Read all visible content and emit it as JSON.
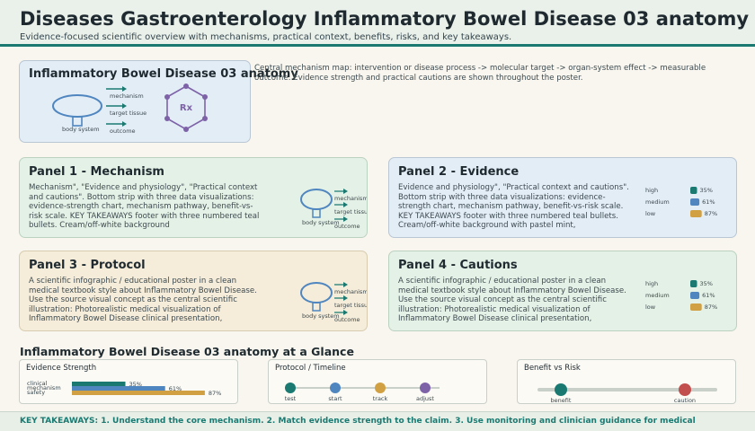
{
  "header": {
    "title": "Diseases Gastroenterology Inflammatory Bowel Disease 03 anatomy",
    "subtitle": "Evidence-focused scientific overview with mechanisms, practical context, benefits, risks, and key takeaways."
  },
  "intro": {
    "title": "Inflammatory Bowel Disease 03 anatomy",
    "description": "Central mechanism map: intervention or disease process -> molecular target -> organ-system effect -> measurable outcome. Evidence strength and practical cautions are shown throughout the poster.",
    "diagram": {
      "labels": [
        "mechanism",
        "target tissue",
        "outcome",
        "body system"
      ],
      "rx": "Rx"
    }
  },
  "panels": [
    {
      "title": "Panel 1 - Mechanism",
      "body": "Mechanism\", \"Evidence and physiology\", \"Practical context and cautions\". Bottom strip with three data visualizations: evidence-strength chart, mechanism pathway, benefit-vs-risk scale. KEY TAKEAWAYS footer with three numbered teal bullets. Cream/off-white background",
      "visual": {
        "kind": "mechanism",
        "labels": [
          "mechanism",
          "target tissue",
          "outcome",
          "body system"
        ]
      }
    },
    {
      "title": "Panel 2 - Evidence",
      "body": "Evidence and physiology\", \"Practical context and cautions\". Bottom strip with three data visualizations: evidence-strength chart, mechanism pathway, benefit-vs-risk scale. KEY TAKEAWAYS footer with three numbered teal bullets. Cream/off-white background with pastel mint,",
      "visual": {
        "kind": "bars",
        "rows": [
          {
            "label": "high",
            "value": 35
          },
          {
            "label": "medium",
            "value": 61
          },
          {
            "label": "low",
            "value": 87
          }
        ]
      }
    },
    {
      "title": "Panel 3 - Protocol",
      "body": "A scientific infographic / educational poster in a clean medical textbook style about Inflammatory Bowel Disease. Use the source visual concept as the central scientific illustration: Photorealistic medical visualization of Inflammatory Bowel Disease clinical presentation,",
      "visual": {
        "kind": "mechanism",
        "labels": [
          "mechanism",
          "target tissue",
          "outcome",
          "body system"
        ]
      }
    },
    {
      "title": "Panel 4 - Cautions",
      "body": "A scientific infographic / educational poster in a clean medical textbook style about Inflammatory Bowel Disease. Use the source visual concept as the central scientific illustration: Photorealistic medical visualization of Inflammatory Bowel Disease clinical presentation,",
      "visual": {
        "kind": "bars",
        "rows": [
          {
            "label": "high",
            "value": 35
          },
          {
            "label": "medium",
            "value": 61
          },
          {
            "label": "low",
            "value": 87
          }
        ]
      }
    }
  ],
  "glance": {
    "title": "Inflammatory Bowel Disease 03 anatomy at a Glance",
    "evidence_title": "Evidence Strength",
    "timeline_title": "Protocol / Timeline",
    "benefit_title": "Benefit vs Risk",
    "benefit_labels": [
      "benefit",
      "caution"
    ]
  },
  "chart_data": [
    {
      "type": "bar",
      "title": "Evidence Strength",
      "categories": [
        "clinical",
        "mechanism",
        "safety"
      ],
      "values": [
        35,
        61,
        87
      ],
      "value_labels": [
        "35%",
        "61%",
        "87%"
      ],
      "ylim": [
        0,
        100
      ]
    },
    {
      "type": "line",
      "title": "Protocol / Timeline",
      "categories": [
        "test",
        "start",
        "track",
        "adjust"
      ]
    }
  ],
  "footer": {
    "text": "KEY TAKEAWAYS: 1. Understand the core mechanism. 2. Match evidence strength to the claim. 3. Use monitoring and clinician guidance for medical"
  },
  "colors": {
    "teal": "#1a7a72",
    "blue": "#4f86c0",
    "gold": "#d1a042",
    "purple": "#7e62a8",
    "red": "#c24e4e"
  }
}
